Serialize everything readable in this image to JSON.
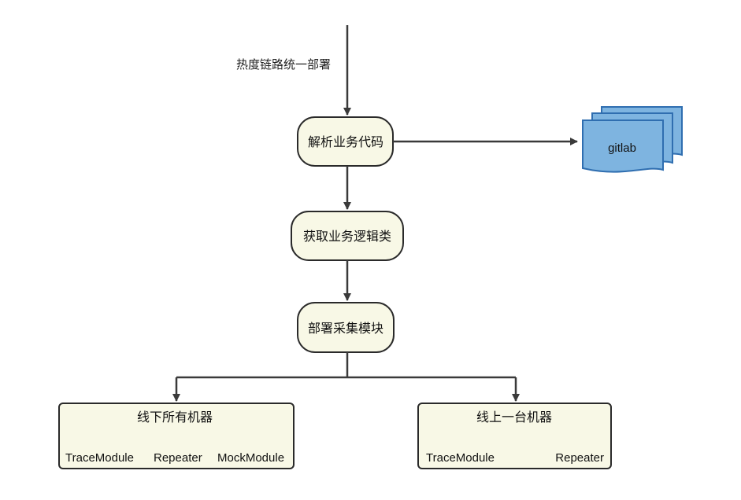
{
  "colors": {
    "node_fill": "#f8f8e6",
    "node_stroke": "#2a2a2a",
    "arrow": "#3a3a3a",
    "doc_fill": "#7eb4e0",
    "doc_stroke": "#2f6eb0"
  },
  "edge_label": "热度链路统一部署",
  "steps": {
    "parse": "解析业务代码",
    "fetch": "获取业务逻辑类",
    "deploy": "部署采集模块"
  },
  "repository": {
    "label": "gitlab",
    "icon": "multi-document-icon"
  },
  "offline": {
    "title": "线下所有机器",
    "modules": [
      "TraceModule",
      "Repeater",
      "MockModule"
    ]
  },
  "online": {
    "title": "线上一台机器",
    "modules": [
      "TraceModule",
      "Repeater"
    ]
  }
}
